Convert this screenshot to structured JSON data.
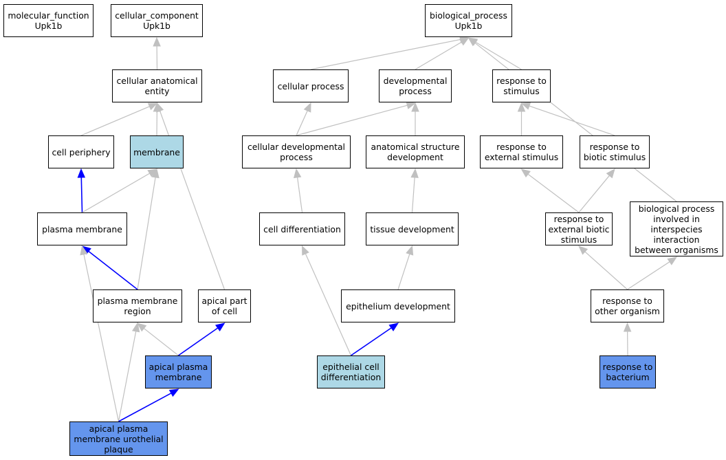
{
  "colors": {
    "edge_is_a": "#c0c0c0",
    "edge_part_of": "#0000ff",
    "node_default": "#ffffff",
    "node_light": "#add8e6",
    "node_dark": "#6495ed"
  },
  "nodes": {
    "molecular_function": {
      "label": "molecular_function\nUpk1b",
      "style": "default"
    },
    "cellular_component": {
      "label": "cellular_component\nUpk1b",
      "style": "default"
    },
    "biological_process": {
      "label": "biological_process\nUpk1b",
      "style": "default"
    },
    "cellular_anatomical_entity": {
      "label": "cellular anatomical\nentity",
      "style": "default"
    },
    "cellular_process": {
      "label": "cellular process",
      "style": "default"
    },
    "developmental_process": {
      "label": "developmental\nprocess",
      "style": "default"
    },
    "response_to_stimulus": {
      "label": "response to\nstimulus",
      "style": "default"
    },
    "cell_periphery": {
      "label": "cell periphery",
      "style": "default"
    },
    "membrane": {
      "label": "membrane",
      "style": "light"
    },
    "cellular_developmental_process": {
      "label": "cellular developmental\nprocess",
      "style": "default"
    },
    "anatomical_structure_development": {
      "label": "anatomical structure\ndevelopment",
      "style": "default"
    },
    "response_to_external_stimulus": {
      "label": "response to\nexternal stimulus",
      "style": "default"
    },
    "response_to_biotic_stimulus": {
      "label": "response to\nbiotic stimulus",
      "style": "default"
    },
    "plasma_membrane": {
      "label": "plasma membrane",
      "style": "default"
    },
    "cell_differentiation": {
      "label": "cell differentiation",
      "style": "default"
    },
    "tissue_development": {
      "label": "tissue development",
      "style": "default"
    },
    "response_to_external_biotic_stimulus": {
      "label": "response to\nexternal biotic\nstimulus",
      "style": "default"
    },
    "biological_process_interspecies": {
      "label": "biological process\ninvolved in\ninterspecies\ninteraction\nbetween organisms",
      "style": "default"
    },
    "plasma_membrane_region": {
      "label": "plasma membrane\nregion",
      "style": "default"
    },
    "apical_part_of_cell": {
      "label": "apical part\nof cell",
      "style": "default"
    },
    "epithelium_development": {
      "label": "epithelium development",
      "style": "default"
    },
    "response_to_other_organism": {
      "label": "response to\nother organism",
      "style": "default"
    },
    "apical_plasma_membrane": {
      "label": "apical plasma\nmembrane",
      "style": "dark"
    },
    "epithelial_cell_differentiation": {
      "label": "epithelial cell\ndifferentiation",
      "style": "light"
    },
    "response_to_bacterium": {
      "label": "response to\nbacterium",
      "style": "dark"
    },
    "apical_plasma_membrane_urothelial_plaque": {
      "label": "apical plasma\nmembrane urothelial\nplaque",
      "style": "dark"
    }
  },
  "edges": [
    {
      "from": "cellular_anatomical_entity",
      "to": "cellular_component",
      "type": "is_a"
    },
    {
      "from": "cell_periphery",
      "to": "cellular_anatomical_entity",
      "type": "is_a"
    },
    {
      "from": "membrane",
      "to": "cellular_anatomical_entity",
      "type": "is_a"
    },
    {
      "from": "apical_part_of_cell",
      "to": "cellular_anatomical_entity",
      "type": "is_a"
    },
    {
      "from": "plasma_membrane",
      "to": "cell_periphery",
      "type": "part_of"
    },
    {
      "from": "plasma_membrane",
      "to": "membrane",
      "type": "is_a"
    },
    {
      "from": "plasma_membrane_region",
      "to": "membrane",
      "type": "is_a"
    },
    {
      "from": "plasma_membrane_region",
      "to": "plasma_membrane",
      "type": "part_of"
    },
    {
      "from": "apical_plasma_membrane_urothelial_plaque",
      "to": "plasma_membrane",
      "type": "is_a"
    },
    {
      "from": "apical_plasma_membrane_urothelial_plaque",
      "to": "plasma_membrane_region",
      "type": "is_a"
    },
    {
      "from": "apical_plasma_membrane",
      "to": "plasma_membrane_region",
      "type": "is_a"
    },
    {
      "from": "apical_plasma_membrane",
      "to": "apical_part_of_cell",
      "type": "part_of"
    },
    {
      "from": "apical_plasma_membrane_urothelial_plaque",
      "to": "apical_plasma_membrane",
      "type": "part_of"
    },
    {
      "from": "cellular_process",
      "to": "biological_process",
      "type": "is_a"
    },
    {
      "from": "developmental_process",
      "to": "biological_process",
      "type": "is_a"
    },
    {
      "from": "response_to_stimulus",
      "to": "biological_process",
      "type": "is_a"
    },
    {
      "from": "biological_process_interspecies",
      "to": "biological_process",
      "type": "is_a"
    },
    {
      "from": "cellular_developmental_process",
      "to": "cellular_process",
      "type": "is_a"
    },
    {
      "from": "cellular_developmental_process",
      "to": "developmental_process",
      "type": "is_a"
    },
    {
      "from": "anatomical_structure_development",
      "to": "developmental_process",
      "type": "is_a"
    },
    {
      "from": "response_to_external_stimulus",
      "to": "response_to_stimulus",
      "type": "is_a"
    },
    {
      "from": "response_to_biotic_stimulus",
      "to": "response_to_stimulus",
      "type": "is_a"
    },
    {
      "from": "cell_differentiation",
      "to": "cellular_developmental_process",
      "type": "is_a"
    },
    {
      "from": "tissue_development",
      "to": "anatomical_structure_development",
      "type": "is_a"
    },
    {
      "from": "response_to_external_biotic_stimulus",
      "to": "response_to_external_stimulus",
      "type": "is_a"
    },
    {
      "from": "response_to_external_biotic_stimulus",
      "to": "response_to_biotic_stimulus",
      "type": "is_a"
    },
    {
      "from": "epithelium_development",
      "to": "tissue_development",
      "type": "is_a"
    },
    {
      "from": "epithelial_cell_differentiation",
      "to": "cell_differentiation",
      "type": "is_a"
    },
    {
      "from": "epithelial_cell_differentiation",
      "to": "epithelium_development",
      "type": "part_of"
    },
    {
      "from": "response_to_other_organism",
      "to": "response_to_external_biotic_stimulus",
      "type": "is_a"
    },
    {
      "from": "response_to_other_organism",
      "to": "biological_process_interspecies",
      "type": "is_a"
    },
    {
      "from": "response_to_bacterium",
      "to": "response_to_other_organism",
      "type": "is_a"
    }
  ]
}
